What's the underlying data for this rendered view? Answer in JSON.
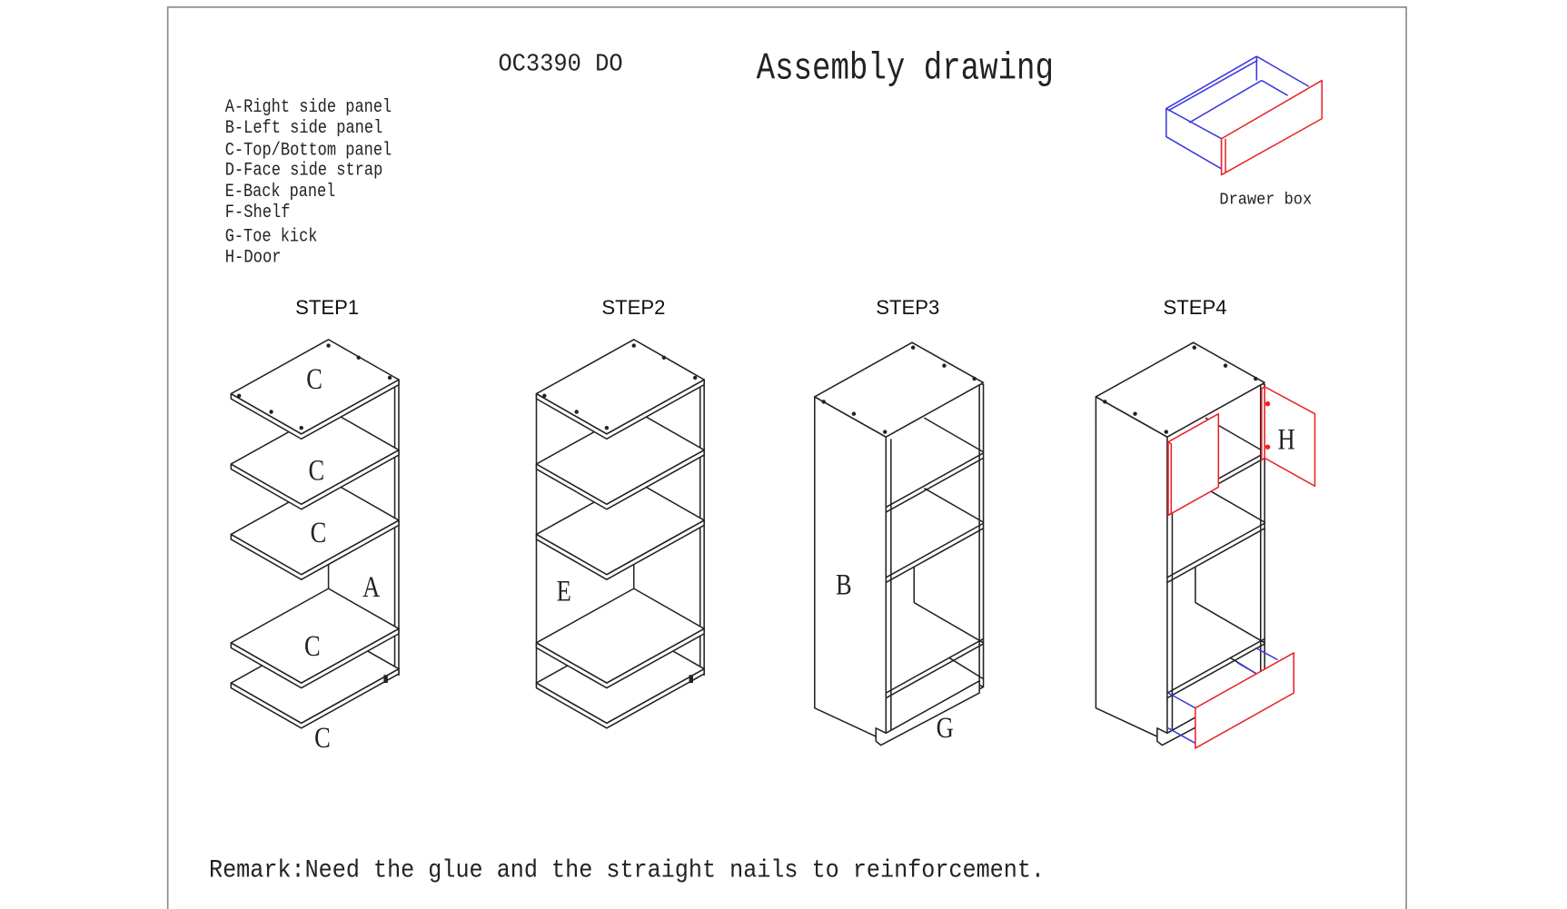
{
  "header": {
    "model_code": "OC3390 DO",
    "title": "Assembly drawing"
  },
  "legend": [
    "A-Right side panel",
    "B-Left side panel",
    "C-Top/Bottom panel",
    "D-Face side strap",
    "E-Back panel",
    "F-Shelf",
    "G-Toe kick",
    "H-Door"
  ],
  "drawer_box_label": "Drawer box",
  "steps": [
    {
      "label": "STEP1",
      "parts": [
        "C",
        "C",
        "C",
        "A",
        "C",
        "C"
      ]
    },
    {
      "label": "STEP2",
      "parts": [
        "E"
      ]
    },
    {
      "label": "STEP3",
      "parts": [
        "B",
        "G"
      ]
    },
    {
      "label": "STEP4",
      "parts": [
        "H"
      ]
    }
  ],
  "remark": "Remark:Need the glue and the straight nails to reinforcement.",
  "colors": {
    "line": "#222222",
    "highlight_red": "#e8242a",
    "highlight_blue": "#3a3ae0",
    "frame": "#8a8a8a"
  }
}
